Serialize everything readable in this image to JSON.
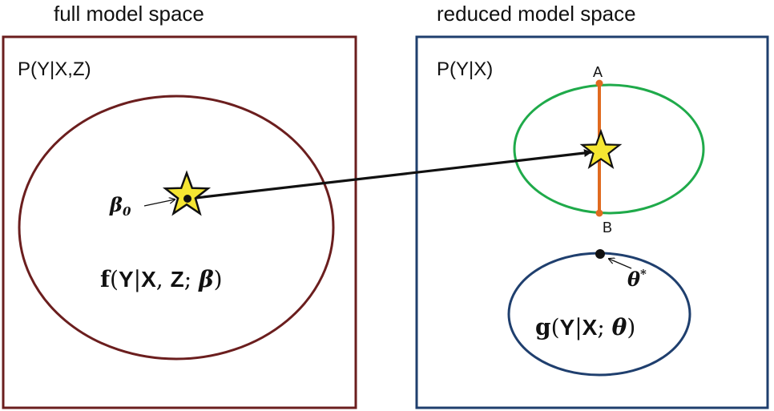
{
  "colors": {
    "full_box": "#6b1e1e",
    "reduced_box": "#1f3f6e",
    "full_ellipse": "#6b1e1e",
    "green_ellipse": "#1faa4a",
    "blue_ellipse": "#1f3f6e",
    "segment": "#e06a1f",
    "star_fill": "#f5e632",
    "ink": "#111111"
  },
  "full": {
    "heading": "full model space",
    "box_label": "P(Y|X,Z)",
    "beta_sym": "β",
    "beta_sub": "0",
    "func": {
      "name": "f",
      "open": "(",
      "y": "Y",
      "bar": "|",
      "x": "X",
      "comma": ", ",
      "z": "Z",
      "semi": "; ",
      "param": "β",
      "close": ")"
    }
  },
  "reduced": {
    "heading": "reduced model space",
    "box_label": "P(Y|X)",
    "point_a": "A",
    "point_b": "B",
    "theta_sym": "θ",
    "theta_sup": "*",
    "func": {
      "name": "g",
      "open": "(",
      "y": "Y",
      "bar": "|",
      "x": "X",
      "semi": "; ",
      "param": "θ",
      "close": ")"
    }
  }
}
